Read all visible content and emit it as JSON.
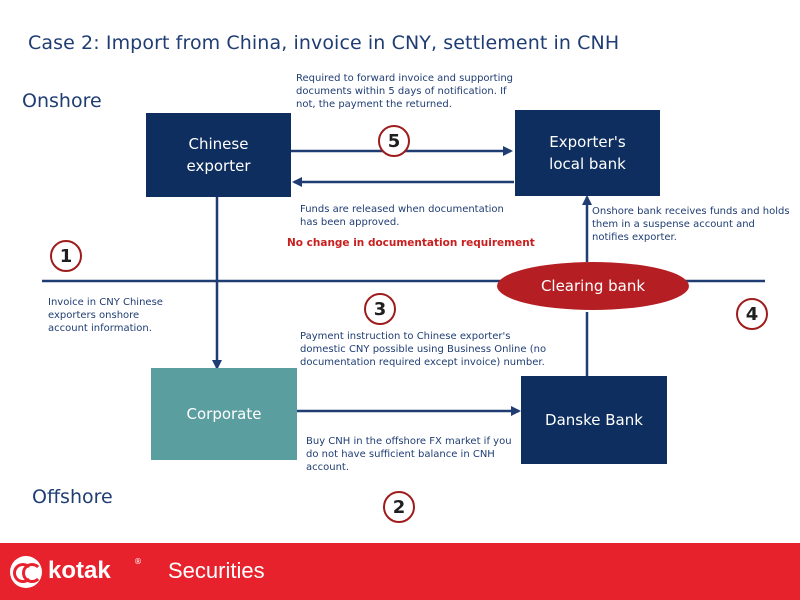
{
  "title": "Case 2:  Import from  China, invoice in CNY, settlement in CNH",
  "regions": {
    "onshore": "Onshore",
    "offshore": "Offshore"
  },
  "boxes": {
    "chinese_exporter": "Chinese exporter",
    "exporters_bank": "Exporter's local bank",
    "corporate": "Corporate",
    "danske_bank": "Danske Bank",
    "clearing_bank": "Clearing bank"
  },
  "notes": {
    "forward_docs": "Required to forward invoice and supporting  documents within 5 days of notification. If not, the payment the returned.",
    "funds_released": "Funds are released when documentation has been approved.",
    "no_change": "No change in documentation requirement",
    "onshore_bank": "Onshore bank receives funds and holds them in a suspense account and notifies exporter.",
    "invoice": "Invoice in CNY Chinese exporters onshore account information.",
    "payment_instruction": "Payment instruction to Chinese exporter's domestic CNY possible using Business Online (no documentation required except invoice) number.",
    "buy_cnh": "Buy CNH in the offshore FX market if you do not have sufficient balance in CNH account."
  },
  "steps": {
    "s1": "1",
    "s2": "2",
    "s3": "3",
    "s4": "4",
    "s5": "5"
  },
  "footer": {
    "brand": "kotak",
    "reg_mark": "®",
    "division": "Securities"
  },
  "colors": {
    "navy": "#0d2e5e",
    "teal": "#5b9ea0",
    "red": "#b51f24",
    "footer": "#e8222c",
    "text": "#1f3d73"
  }
}
